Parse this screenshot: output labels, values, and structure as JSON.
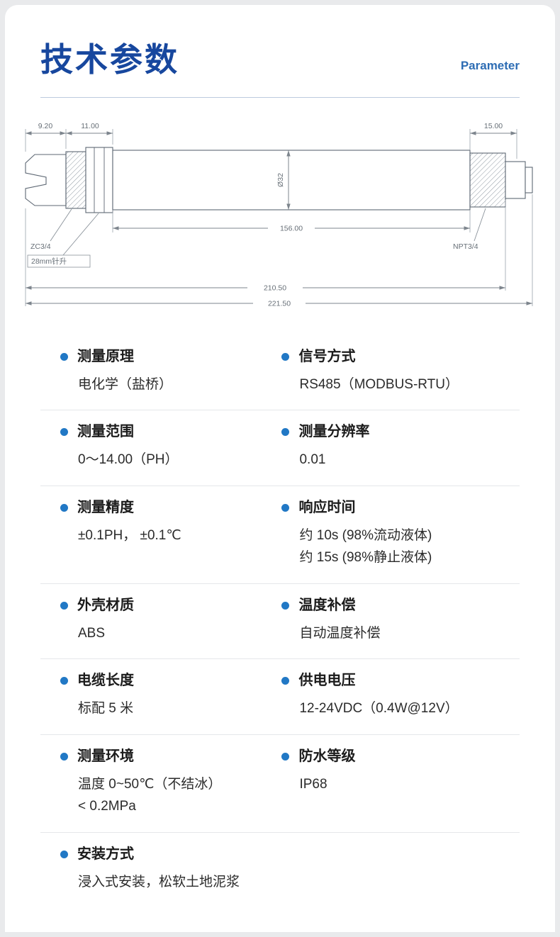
{
  "header": {
    "title": "技术参数",
    "subtitle": "Parameter"
  },
  "colors": {
    "title_blue": "#17479e",
    "subtitle_blue": "#2e6db4",
    "bullet_blue": "#2178c5"
  },
  "drawing": {
    "dim_left_cap": "9.20",
    "dim_collar": "11.00",
    "dim_right": "15.00",
    "dim_diameter": "Ø32",
    "dim_body_length": "156.00",
    "dim_length_a": "210.50",
    "dim_length_b": "221.50",
    "label_thread_left": "ZC3/4",
    "label_nut": "28mm针升",
    "label_thread_right": "NPT3/4"
  },
  "specs": [
    {
      "left": {
        "label": "测量原理",
        "values": [
          "电化学（盐桥）"
        ]
      },
      "right": {
        "label": "信号方式",
        "values": [
          "RS485（MODBUS-RTU）"
        ]
      }
    },
    {
      "left": {
        "label": "测量范围",
        "values": [
          "0～14.00（PH）"
        ]
      },
      "right": {
        "label": "测量分辨率",
        "values": [
          "0.01"
        ]
      }
    },
    {
      "left": {
        "label": "测量精度",
        "values": [
          "±0.1PH， ±0.1℃"
        ]
      },
      "right": {
        "label": "响应时间",
        "values": [
          "约 10s (98%流动液体)",
          "约 15s (98%静止液体)"
        ]
      }
    },
    {
      "left": {
        "label": "外壳材质",
        "values": [
          "ABS"
        ]
      },
      "right": {
        "label": "温度补偿",
        "values": [
          "自动温度补偿"
        ]
      }
    },
    {
      "left": {
        "label": "电缆长度",
        "values": [
          "标配 5 米"
        ]
      },
      "right": {
        "label": "供电电压",
        "values": [
          "12-24VDC（0.4W@12V）"
        ]
      }
    },
    {
      "left": {
        "label": "测量环境",
        "values": [
          "温度 0~50℃（不结冰）",
          "< 0.2MPa"
        ]
      },
      "right": {
        "label": "防水等级",
        "values": [
          "IP68"
        ]
      }
    },
    {
      "left": {
        "label": "安装方式",
        "values": [
          "浸入式安装，松软土地泥浆"
        ]
      },
      "right": null
    }
  ]
}
